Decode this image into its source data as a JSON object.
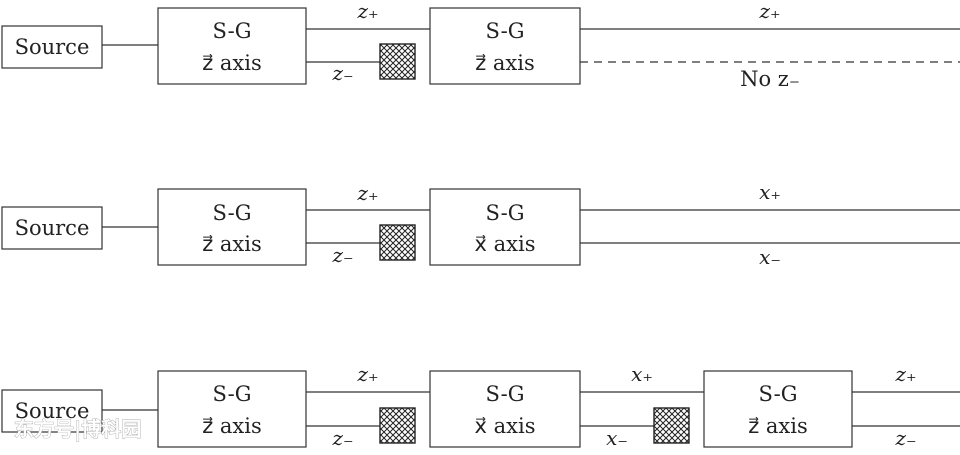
{
  "source_label": "Source",
  "sg_title": "S-G",
  "axis_z": "z⃗ axis",
  "axis_x": "x⃗ axis",
  "z_plus": "z₊",
  "z_minus": "z₋",
  "x_plus": "x₊",
  "x_minus": "x₋",
  "no_z_minus": "No z₋",
  "watermark": "东方号|博科园"
}
